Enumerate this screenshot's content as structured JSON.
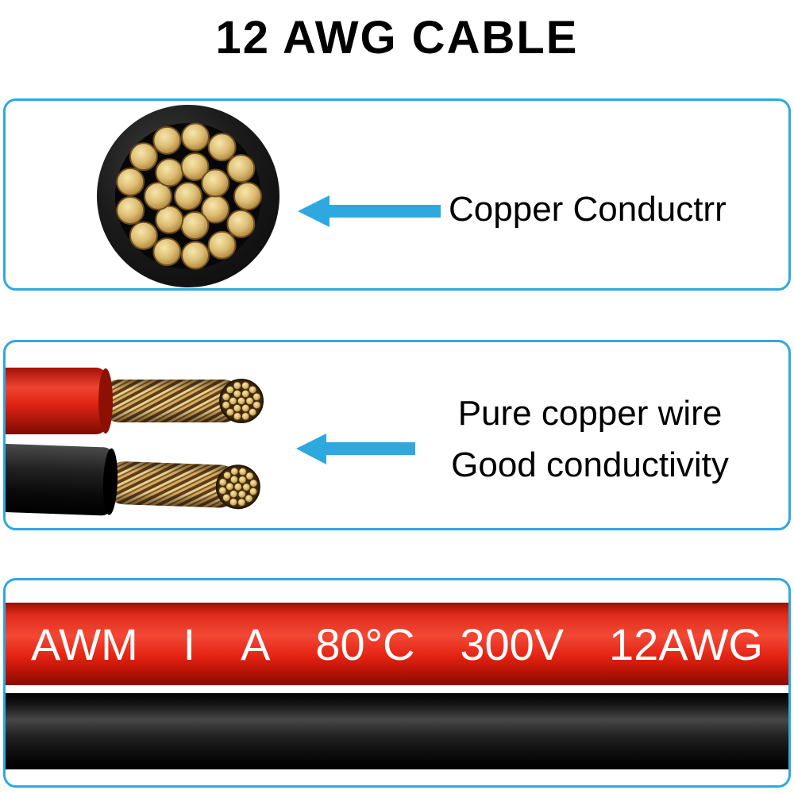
{
  "title": "12 AWG CABLE",
  "cross_section_panel": {
    "label": "Copper Conductrr"
  },
  "wire_panel": {
    "line1": "Pure copper wire",
    "line2": "Good conductivity"
  },
  "print_panel": {
    "tokens": [
      "AWM",
      "I",
      "A",
      "80°C",
      "300V",
      "12AWG"
    ]
  },
  "colors": {
    "accent_blue": "#2FA8E0",
    "cable_red": "#E42313",
    "cable_black": "#0A0A0A",
    "copper": "#D9B565",
    "print_text": "#FFFFFF"
  }
}
